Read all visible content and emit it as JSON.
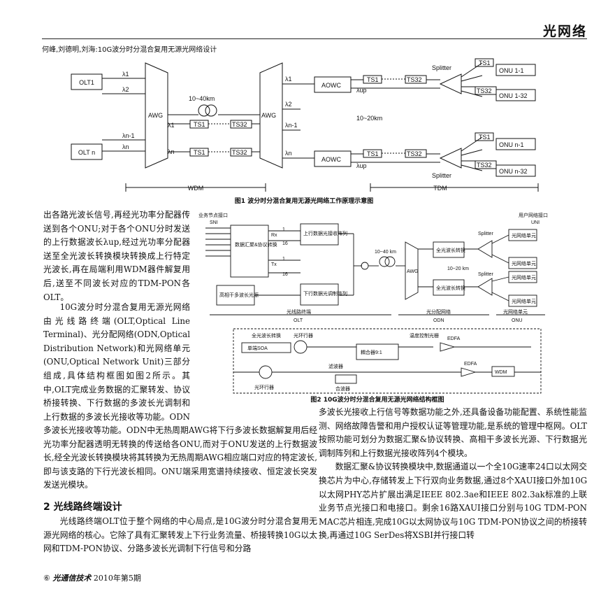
{
  "header": {
    "journal_section": "光网络",
    "running_head": "何峰,刘德明,刘海:10G波分时分混合复用无源光网络设计"
  },
  "figure1": {
    "caption": "图1 波分时分混合复用无源光网络工作原理示意图",
    "olt1": "OLT1",
    "oltn": "OLT n",
    "awg": "AWG",
    "fiber": "10~40km",
    "fiber2": "10~20km",
    "aowc": "AOWC",
    "ts1": "TS1",
    "ts32": "TS32",
    "splitter": "Splitter",
    "onu11": "ONU 1-1",
    "onu132": "ONU 1-32",
    "onun1": "ONU n-1",
    "onun32": "ONU n-32",
    "wdm": "WDM",
    "tdm": "TDM",
    "l1": "λ1",
    "l2": "λ2",
    "ln1": "λn-1",
    "ln": "λn",
    "lup": "λup"
  },
  "figure2": {
    "caption": "图2 10G波分时分混合复用无源光网络结构框图",
    "svc": "业务节点接口",
    "sni": "SNI",
    "switch": "数据汇聚&协议转换",
    "rx": "Rx",
    "tx": "Tx",
    "n16": "16",
    "n1": "1",
    "uprx": "上行数据光接收阵列",
    "laser": "高相干多波长光源",
    "dntx": "下行数据光调制阵列",
    "awg": "AWG",
    "fiber": "10~40 km",
    "conv": "全光波长转换",
    "splitter": "Splitter",
    "uni": "用户网络接口",
    "uni2": "UNI",
    "onu": "光网络单元",
    "fiber2": "10~20 km",
    "olt_lbl": "光线路终端",
    "olt": "OLT",
    "odn_lbl": "光分配网络",
    "odn": "ODN",
    "onu_lbl": "光网络单元",
    "onu2": "ONU",
    "detail_title": "全光波长转换",
    "soa": "单端SOA",
    "circ": "光环行器",
    "coupler": "耦合器9:1",
    "filter": "温度控制光栅",
    "edfa": "EDFA",
    "bpf": "滤波器",
    "combiner": "合波器",
    "wdm": "WDM"
  },
  "text": {
    "left_col": [
      "出各路光波长信号,再经光功率分配器传送到各个ONU;对于各个ONU分时发送的上行数据波长λup,经过光功率分配器送至全光波长转换模块转换成上行特定光波长,再在局端利用WDM器件解复用后,送至不同波长对应的TDM-PON各OLT。",
      "10G波分时分混合复用无源光网络由光线路终端(OLT,Optical Line Terminal)、光分配网络(ODN,Optical Distribution Network)和光网络单元(ONU,Optical Network Unit)三部分组成,具体结构框图如图2所示。其中,OLT完成业务数据的汇聚转发、协议桥接转换、下行数据的多波长光调制和上行数据的多波长光接收等功能。ODN中无热周期AWG将下行多波长数据解复用后经光功率分配器透明无转换的传送给各ONU,而对于ONU发送的上行数据波长,经全光波长转换模块将其转换为无热周期AWG相应端口对应的特定波长,即与该支路的下行光波长相同。ONU端采用宽谱持续接收、恒定波长突发发送光模块。"
    ],
    "section_title": "2 光线路终端设计",
    "section_para": "光线路终端OLT位于整个网络的中心局点,是10G波分时分混合复用无源光网络的核心。它除了具有汇聚转发上下行业务流量、桥接转换10G以太网和TDM-PON协议、分路多波长光调制下行信号和分路",
    "right_col": [
      "多波长光接收上行信号等数据功能之外,还具备设备功能配置、系统性能监测、网络故障告警和用户授权认证等管理功能,是系统的管理中枢网。OLT按照功能可划分为数据汇聚&协议转换、高相干多波长光源、下行数据光调制阵列和上行数据光接收阵列4个模块。",
      "数据汇聚&协议转换模块中,数据通道以一个全10G速率24口以太网交换芯片为中心,存储转发上下行双向业务数据,通过8个XAUI接口外加10G以太网PHY芯片扩展出满足IEEE 802.3ae和IEEE 802.3ak标准的上联业务节点光接口和电接口。剩余16路XAUI接口分别与10G TDM-PON MAC芯片相连,完成10G以太网协议与10G TDM-PON协议之间的桥接转换,再通过10G SerDes将XSBI并行接口转"
    ]
  },
  "footer": {
    "page_no": "⑥",
    "journal": "光通信技术",
    "issue": "2010年第5期"
  }
}
